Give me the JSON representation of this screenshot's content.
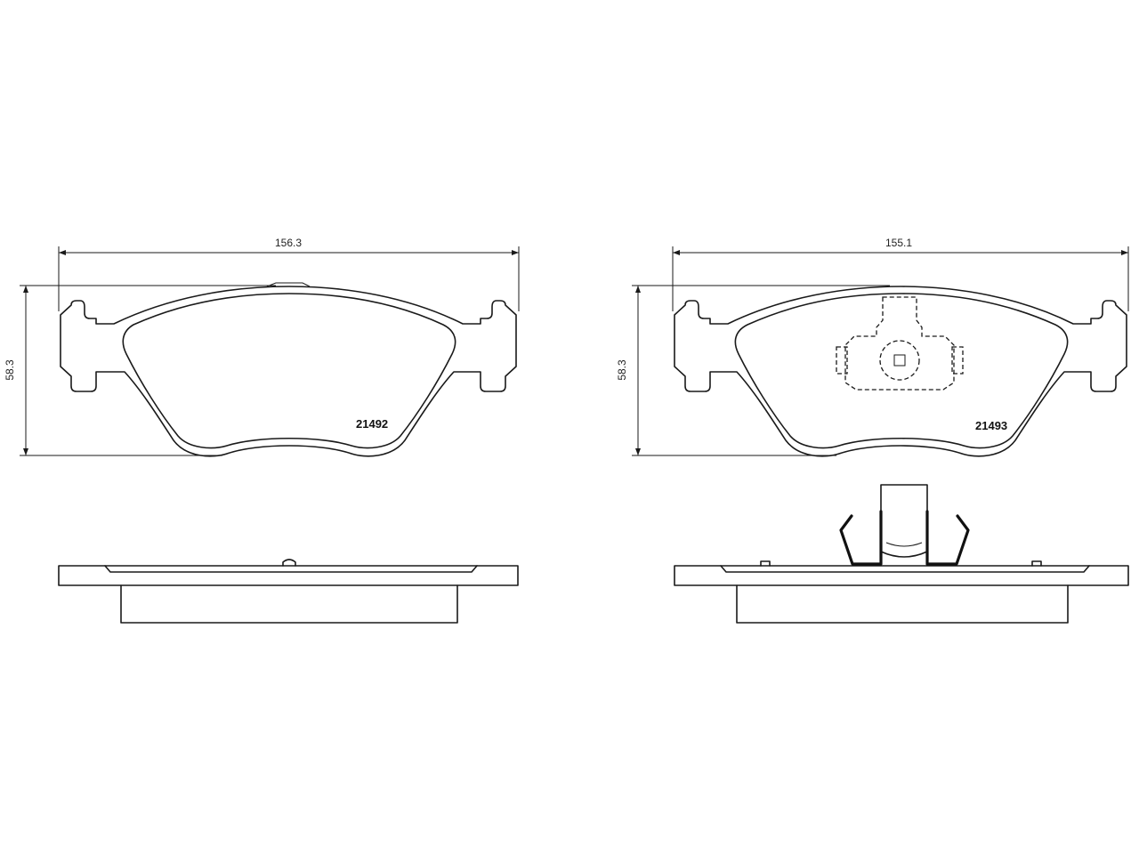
{
  "pads": [
    {
      "width_dimension": "156.3",
      "height_dimension": "58.3",
      "part_number": "21492"
    },
    {
      "width_dimension": "155.1",
      "height_dimension": "58.3",
      "part_number": "21493"
    }
  ]
}
